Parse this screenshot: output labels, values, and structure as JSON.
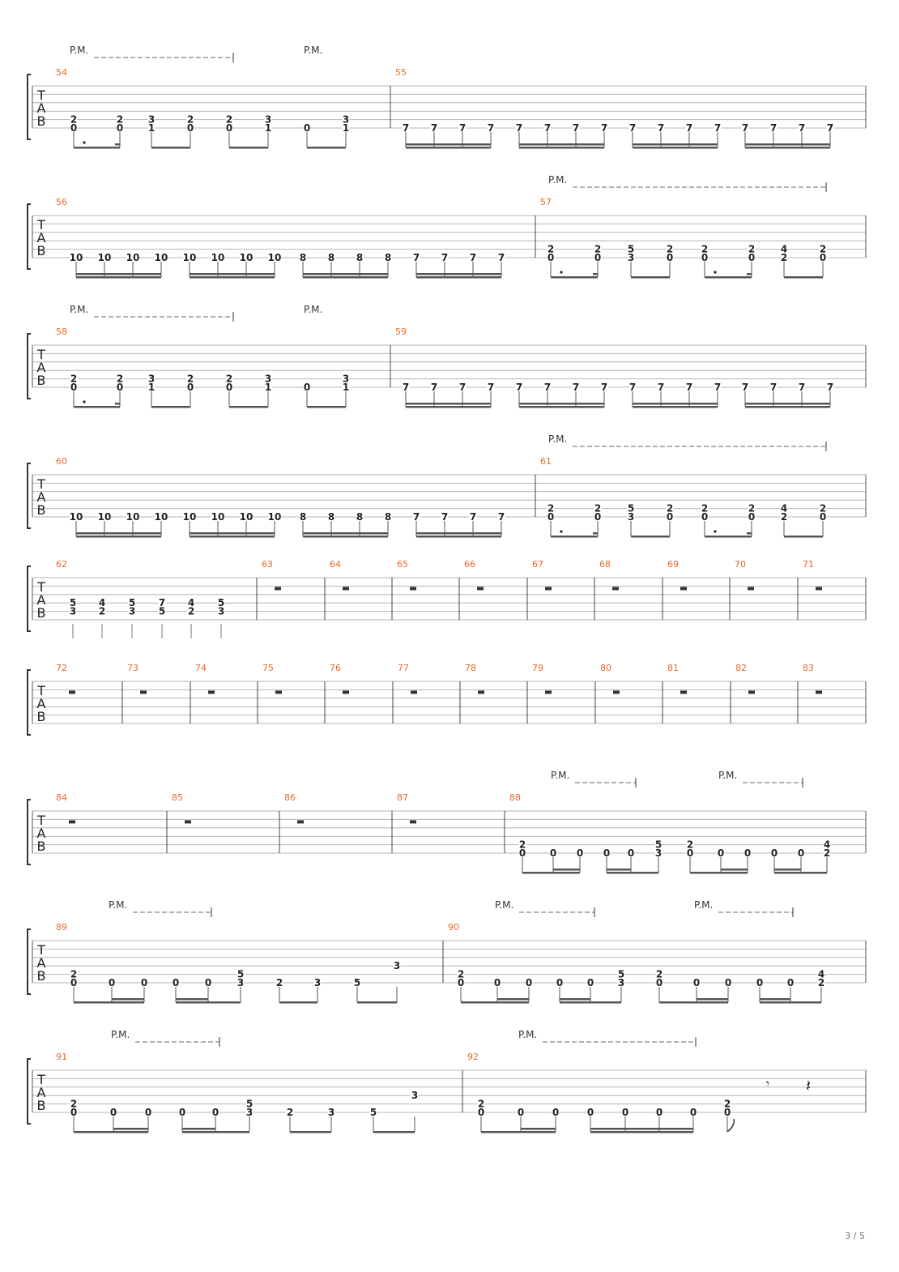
{
  "page_number": "3 / 5",
  "tab_clef": [
    "T",
    "A",
    "B"
  ],
  "pm_label": "P.M.",
  "colors": {
    "measure_number": "#e8692b",
    "staff_line": "#b4b4b4",
    "note": "#222222",
    "beam": "#555555"
  },
  "systems": [
    {
      "measures": [
        {
          "number": "54",
          "events": [
            [
              "2",
              "0"
            ],
            [
              "2",
              "0"
            ],
            [
              "3",
              "1"
            ],
            [
              "2",
              "0"
            ],
            [
              "2",
              "0"
            ],
            [
              "3",
              "1"
            ],
            [
              "",
              "0"
            ],
            [
              "3",
              "1"
            ]
          ]
        },
        {
          "number": "55",
          "events": [
            [
              "7"
            ],
            [
              "7"
            ],
            [
              "7"
            ],
            [
              "7"
            ],
            [
              "7"
            ],
            [
              "7"
            ],
            [
              "7"
            ],
            [
              "7"
            ],
            [
              "7"
            ],
            [
              "7"
            ],
            [
              "7"
            ],
            [
              "7"
            ],
            [
              "7"
            ],
            [
              "7"
            ],
            [
              "7"
            ],
            [
              "7"
            ]
          ]
        }
      ]
    },
    {
      "measures": [
        {
          "number": "56",
          "events": [
            [
              "10"
            ],
            [
              "10"
            ],
            [
              "10"
            ],
            [
              "10"
            ],
            [
              "10"
            ],
            [
              "10"
            ],
            [
              "10"
            ],
            [
              "10"
            ],
            [
              "8"
            ],
            [
              "8"
            ],
            [
              "8"
            ],
            [
              "8"
            ],
            [
              "7"
            ],
            [
              "7"
            ],
            [
              "7"
            ],
            [
              "7"
            ]
          ]
        },
        {
          "number": "57",
          "events": [
            [
              "2",
              "0"
            ],
            [
              "2",
              "0"
            ],
            [
              "5",
              "3"
            ],
            [
              "2",
              "0"
            ],
            [
              "2",
              "0"
            ],
            [
              "2",
              "0"
            ],
            [
              "4",
              "2"
            ],
            [
              "2",
              "0"
            ]
          ]
        }
      ]
    },
    {
      "measures": [
        {
          "number": "58",
          "events": [
            [
              "2",
              "0"
            ],
            [
              "2",
              "0"
            ],
            [
              "3",
              "1"
            ],
            [
              "2",
              "0"
            ],
            [
              "2",
              "0"
            ],
            [
              "3",
              "1"
            ],
            [
              "",
              "0"
            ],
            [
              "3",
              "1"
            ]
          ]
        },
        {
          "number": "59",
          "events": [
            [
              "7"
            ],
            [
              "7"
            ],
            [
              "7"
            ],
            [
              "7"
            ],
            [
              "7"
            ],
            [
              "7"
            ],
            [
              "7"
            ],
            [
              "7"
            ],
            [
              "7"
            ],
            [
              "7"
            ],
            [
              "7"
            ],
            [
              "7"
            ],
            [
              "7"
            ],
            [
              "7"
            ],
            [
              "7"
            ],
            [
              "7"
            ]
          ]
        }
      ]
    },
    {
      "measures": [
        {
          "number": "60",
          "events": [
            [
              "10"
            ],
            [
              "10"
            ],
            [
              "10"
            ],
            [
              "10"
            ],
            [
              "10"
            ],
            [
              "10"
            ],
            [
              "10"
            ],
            [
              "10"
            ],
            [
              "8"
            ],
            [
              "8"
            ],
            [
              "8"
            ],
            [
              "8"
            ],
            [
              "7"
            ],
            [
              "7"
            ],
            [
              "7"
            ],
            [
              "7"
            ]
          ]
        },
        {
          "number": "61",
          "events": [
            [
              "2",
              "0"
            ],
            [
              "2",
              "0"
            ],
            [
              "5",
              "3"
            ],
            [
              "2",
              "0"
            ],
            [
              "2",
              "0"
            ],
            [
              "2",
              "0"
            ],
            [
              "4",
              "2"
            ],
            [
              "2",
              "0"
            ]
          ]
        }
      ]
    },
    {
      "measures": [
        {
          "number": "62",
          "events": [
            [
              "5",
              "3"
            ],
            [
              "4",
              "2"
            ],
            [
              "5",
              "3"
            ],
            [
              "7",
              "5"
            ],
            [
              "4",
              "2"
            ],
            [
              "5",
              "3"
            ]
          ]
        },
        {
          "number": "63"
        },
        {
          "number": "64"
        },
        {
          "number": "65"
        },
        {
          "number": "66"
        },
        {
          "number": "67"
        },
        {
          "number": "68"
        },
        {
          "number": "69"
        },
        {
          "number": "70"
        },
        {
          "number": "71"
        }
      ]
    },
    {
      "measures": [
        {
          "number": "72"
        },
        {
          "number": "73"
        },
        {
          "number": "74"
        },
        {
          "number": "75"
        },
        {
          "number": "76"
        },
        {
          "number": "77"
        },
        {
          "number": "78"
        },
        {
          "number": "79"
        },
        {
          "number": "80"
        },
        {
          "number": "81"
        },
        {
          "number": "82"
        },
        {
          "number": "83"
        }
      ]
    },
    {
      "measures": [
        {
          "number": "84"
        },
        {
          "number": "85"
        },
        {
          "number": "86"
        },
        {
          "number": "87"
        },
        {
          "number": "88",
          "events": [
            [
              "2",
              "0"
            ],
            [
              "0"
            ],
            [
              "0"
            ],
            [
              "0"
            ],
            [
              "0"
            ],
            [
              "5",
              "3"
            ],
            [
              "2",
              "0"
            ],
            [
              "0"
            ],
            [
              "0"
            ],
            [
              "0"
            ],
            [
              "0"
            ],
            [
              "4",
              "2"
            ]
          ]
        }
      ]
    },
    {
      "measures": [
        {
          "number": "89",
          "events": [
            [
              "2",
              "0"
            ],
            [
              "0"
            ],
            [
              "0"
            ],
            [
              "0"
            ],
            [
              "0"
            ],
            [
              "5",
              "3"
            ],
            [
              "2"
            ],
            [
              "3"
            ],
            [
              "5"
            ],
            [
              "3"
            ]
          ]
        },
        {
          "number": "90",
          "events": [
            [
              "2",
              "0"
            ],
            [
              "0"
            ],
            [
              "0"
            ],
            [
              "0"
            ],
            [
              "0"
            ],
            [
              "5",
              "3"
            ],
            [
              "2",
              "0"
            ],
            [
              "0"
            ],
            [
              "0"
            ],
            [
              "0"
            ],
            [
              "0"
            ],
            [
              "4",
              "2"
            ]
          ]
        }
      ]
    },
    {
      "measures": [
        {
          "number": "91",
          "events": [
            [
              "2",
              "0"
            ],
            [
              "0"
            ],
            [
              "0"
            ],
            [
              "0"
            ],
            [
              "0"
            ],
            [
              "5",
              "3"
            ],
            [
              "2"
            ],
            [
              "3"
            ],
            [
              "5"
            ],
            [
              "3"
            ]
          ]
        },
        {
          "number": "92",
          "events": [
            [
              "2",
              "0"
            ],
            [
              "0"
            ],
            [
              "0"
            ],
            [
              "0"
            ],
            [
              "0"
            ],
            [
              "0"
            ],
            [
              "0"
            ],
            [
              "2",
              "0"
            ]
          ]
        }
      ]
    }
  ]
}
